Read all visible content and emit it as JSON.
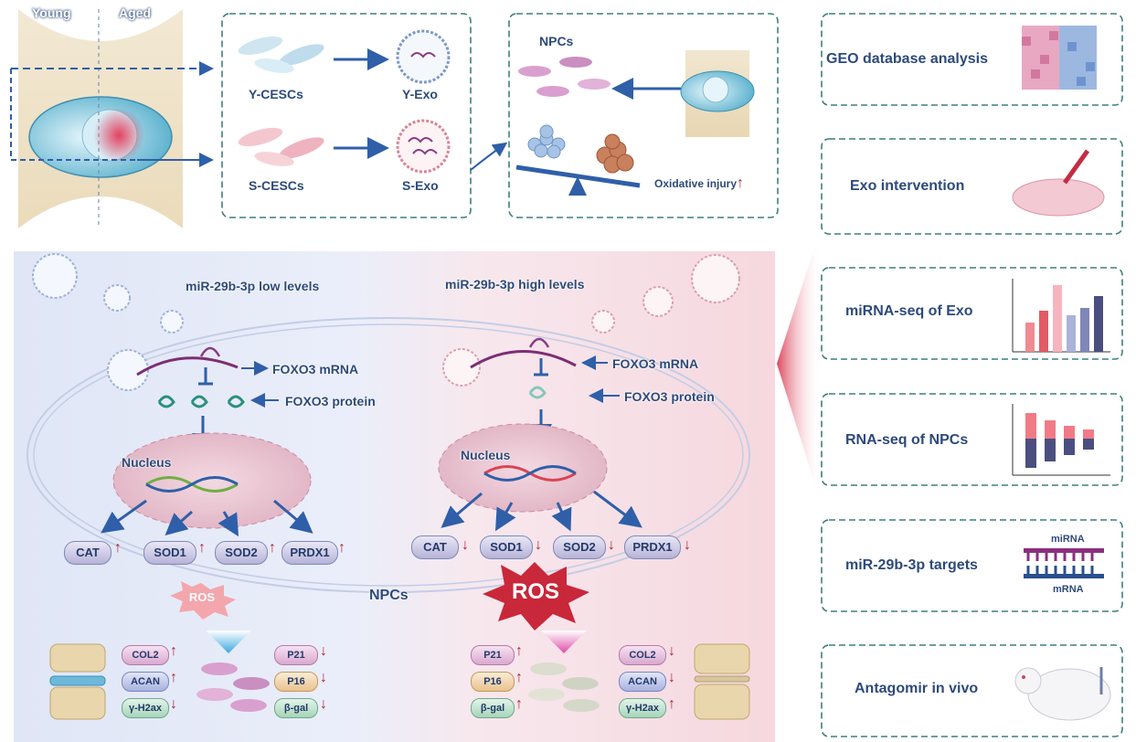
{
  "disc": {
    "young": "Young",
    "aged": "Aged"
  },
  "exo_box": {
    "y_cells": "Y-CESCs",
    "y_exo": "Y-Exo",
    "s_cells": "S-CESCs",
    "s_exo": "S-Exo"
  },
  "npc_box": {
    "npcs": "NPCs",
    "oxidative": "Oxidative injury"
  },
  "mechanism": {
    "left": {
      "header": "miR-29b-3p low levels",
      "mrna": "FOXO3 mRNA",
      "protein": "FOXO3 protein",
      "nucleus": "Nucleus",
      "targets": [
        "CAT",
        "SOD1",
        "SOD2",
        "PRDX1"
      ],
      "ros": "ROS",
      "markers_left": [
        "COL2",
        "ACAN",
        "γ-H2ax"
      ],
      "markers_right": [
        "P21",
        "P16",
        "β-gal"
      ]
    },
    "right": {
      "header": "miR-29b-3p high levels",
      "mrna": "FOXO3 mRNA",
      "protein": "FOXO3 protein",
      "nucleus": "Nucleus",
      "targets": [
        "CAT",
        "SOD1",
        "SOD2",
        "PRDX1"
      ],
      "ros": "ROS",
      "markers_left": [
        "P21",
        "P16",
        "β-gal"
      ],
      "markers_right": [
        "COL2",
        "ACAN",
        "γ-H2ax"
      ]
    },
    "cell_label": "NPCs"
  },
  "workflow": [
    {
      "title": "GEO database analysis"
    },
    {
      "title": "Exo intervention"
    },
    {
      "title": "miRNA-seq of Exo"
    },
    {
      "title": "RNA-seq of NPCs"
    },
    {
      "title": "miR-29b-3p targets",
      "strand_top": "miRNA",
      "strand_bottom": "mRNA"
    },
    {
      "title": "Antagomir in vivo"
    }
  ],
  "colors": {
    "accent_blue": "#2f5fa8",
    "box_border": "#3f7f7b",
    "red_arrow": "#b0233a",
    "pink_cell": "#e37d95",
    "ros_red": "#c9273a"
  }
}
